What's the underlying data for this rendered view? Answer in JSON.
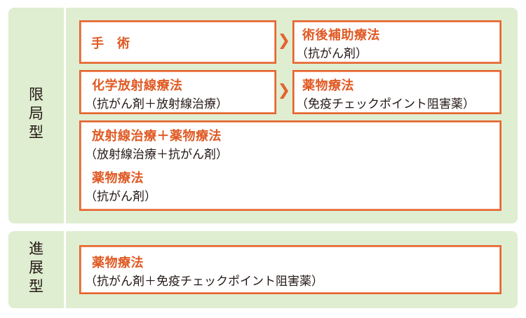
{
  "colors": {
    "panel_bg": "#dfedd0",
    "box_border": "#e4632f",
    "heading_text": "#e05a24",
    "body_text": "#231815"
  },
  "limited": {
    "label": [
      "限",
      "局",
      "型"
    ],
    "boxes": {
      "surgery": {
        "heading": "手　術"
      },
      "adjuvant": {
        "heading": "術後補助療法",
        "sub": "（抗がん剤）"
      },
      "chemoradiation": {
        "heading": "化学放射線療法",
        "sub": "（抗がん剤＋放射線治療）"
      },
      "drug_immuno": {
        "heading": "薬物療法",
        "sub": "（免疫チェックポイント阻害薬）"
      },
      "combined": {
        "heading1": "放射線治療＋薬物療法",
        "sub1": "（放射線治療＋抗がん剤）",
        "heading2": "薬物療法",
        "sub2": "（抗がん剤）"
      }
    },
    "arrows": [
      "chevron-right",
      "chevron-right"
    ]
  },
  "extensive": {
    "label": [
      "進",
      "展",
      "型"
    ],
    "box": {
      "heading": "薬物療法",
      "sub": "（抗がん剤＋免疫チェックポイント阻害薬）"
    }
  }
}
